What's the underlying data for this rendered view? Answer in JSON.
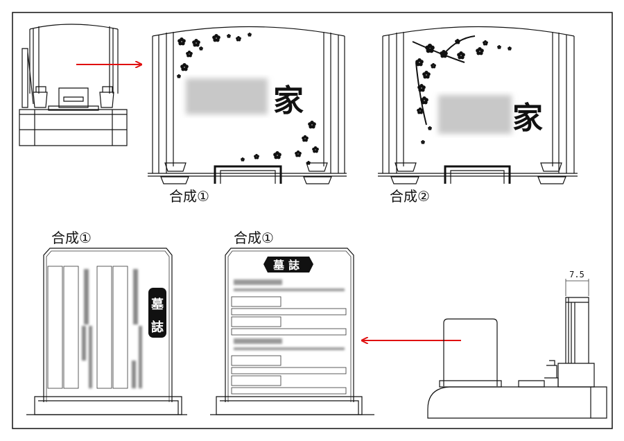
{
  "top_panels": [
    {
      "label": "合成①",
      "family_char": "家"
    },
    {
      "label": "合成②",
      "family_char": "家"
    }
  ],
  "bottom_panels": [
    {
      "label": "合成①",
      "badge": "墓誌",
      "badge_chars": [
        "墓",
        "誌"
      ]
    },
    {
      "label": "合成①",
      "badge": "墓誌"
    }
  ],
  "side_view": {
    "dimension": "7.5"
  },
  "colors": {
    "arrow": "#e01010",
    "line": "#111111"
  }
}
